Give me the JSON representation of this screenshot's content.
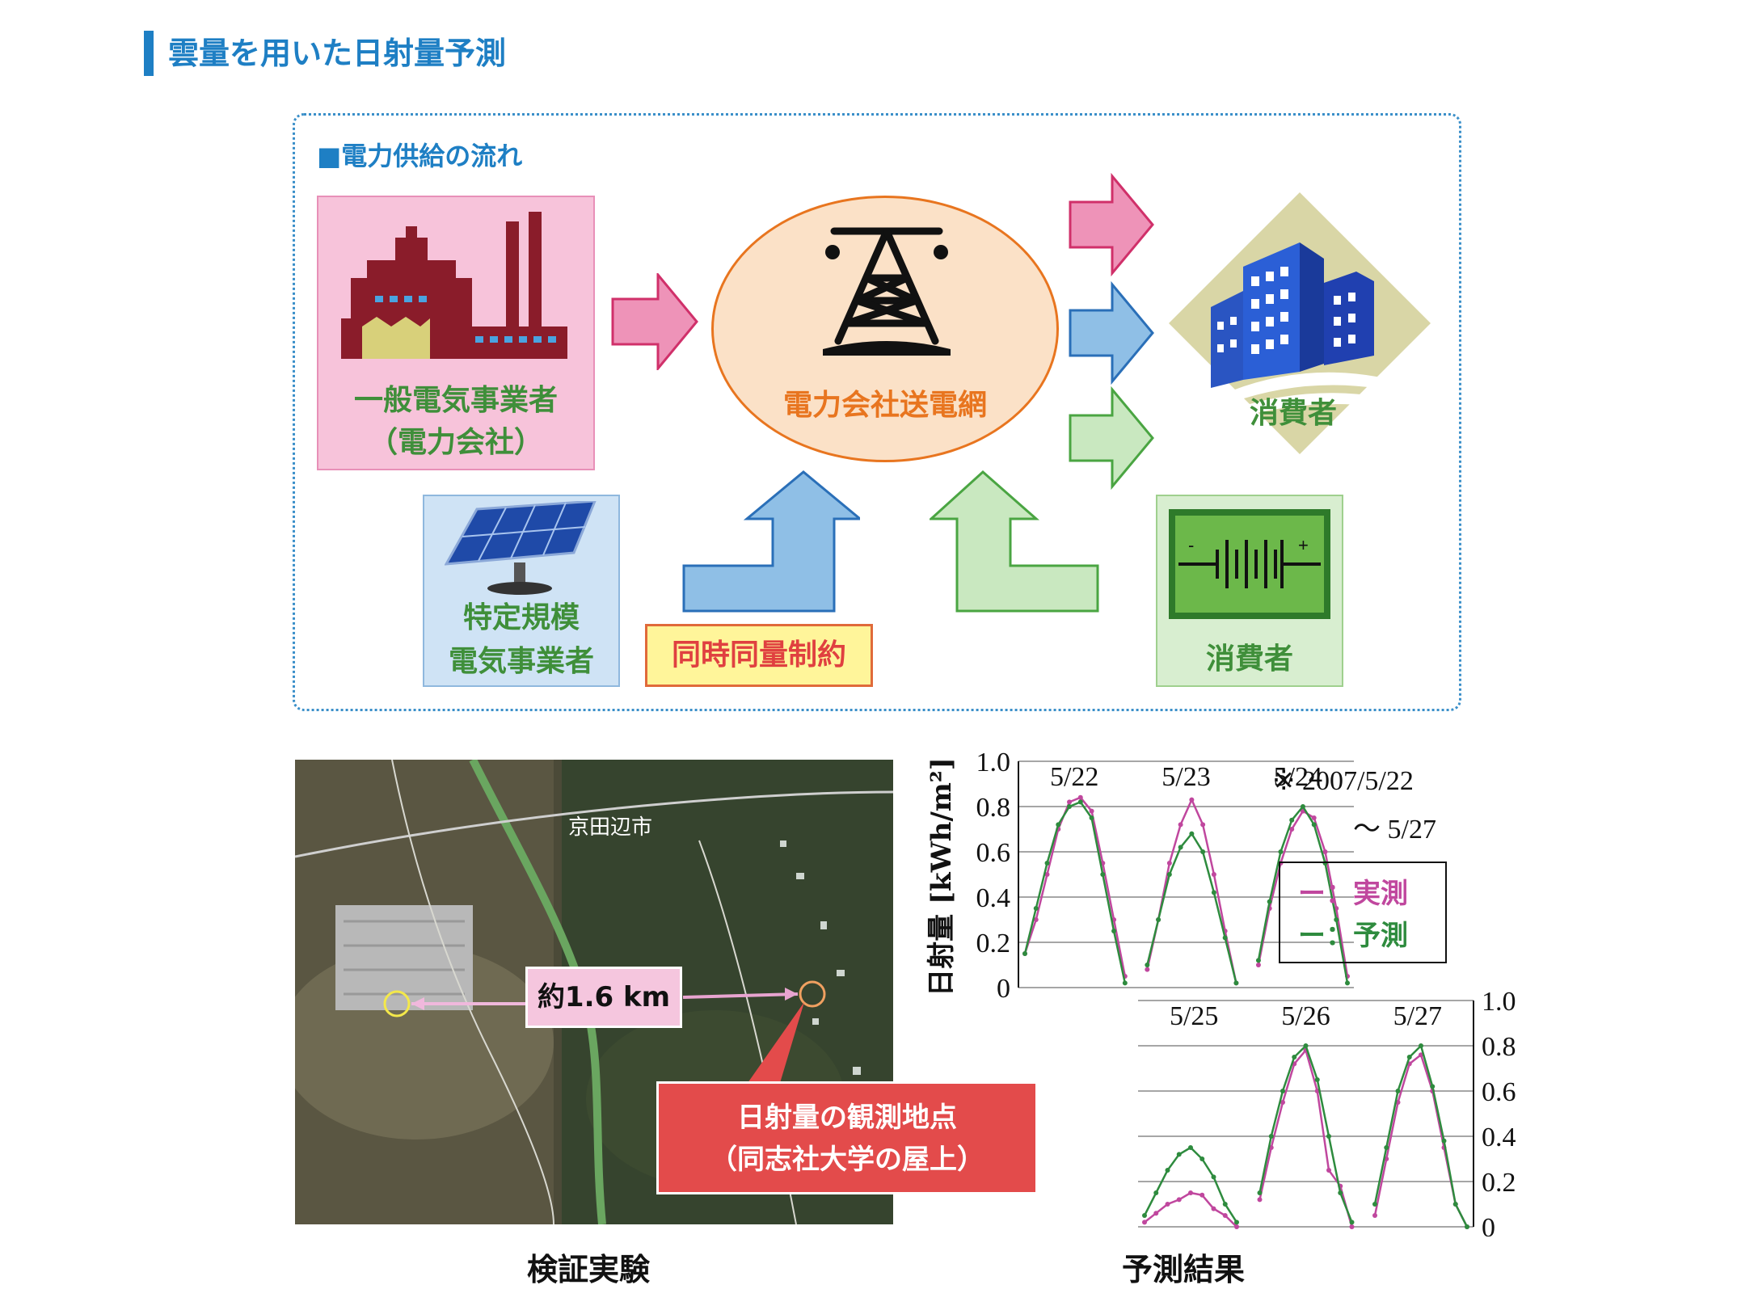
{
  "title": "雲量を用いた日射量予測",
  "flow": {
    "section_title": "■電力供給の流れ",
    "utility_line1": "一般電気事業者",
    "utility_line2": "（電力会社）",
    "grid_label": "電力会社送電網",
    "consumer_label": "消費者",
    "pps_line1": "特定規模",
    "pps_line2": "電気事業者",
    "constraint": "同時同量制約",
    "battery_label": "消費者",
    "battery_minus": "-",
    "battery_plus": "+"
  },
  "experiment": {
    "distance": "約1.6 km",
    "map_city_label": "京田辺市",
    "callout_line1": "日射量の観測地点",
    "callout_line2": "（同志社大学の屋上）",
    "caption": "検証実験"
  },
  "results": {
    "caption": "予測結果",
    "note_line1": "※ 2007/5/22",
    "note_line2": "～ 5/27",
    "legend": {
      "actual": "ー：実測",
      "predicted": "ー：予測",
      "actual_color": "#c0479e",
      "predicted_color": "#2e8b3e"
    }
  },
  "chart_data": [
    {
      "type": "line",
      "ylabel": "日射量 [kWh/m²]",
      "ylim": [
        0,
        1.0
      ],
      "yticks": [
        "1.0",
        "0.8",
        "0.6",
        "0.4",
        "0.2",
        "0"
      ],
      "day_labels": [
        "5/22",
        "5/23",
        "5/24"
      ],
      "series": [
        {
          "name": "実測",
          "color": "#c0479e",
          "values": [
            0.15,
            0.3,
            0.5,
            0.7,
            0.82,
            0.84,
            0.78,
            0.55,
            0.3,
            0.05,
            null,
            0.08,
            0.3,
            0.55,
            0.72,
            0.83,
            0.72,
            0.5,
            0.25,
            0.02,
            null,
            0.1,
            0.35,
            0.55,
            0.7,
            0.78,
            0.75,
            0.6,
            0.35,
            0.05
          ]
        },
        {
          "name": "予測",
          "color": "#2e8b3e",
          "values": [
            0.15,
            0.35,
            0.55,
            0.72,
            0.8,
            0.82,
            0.75,
            0.5,
            0.25,
            0.02,
            null,
            0.1,
            0.3,
            0.5,
            0.62,
            0.68,
            0.6,
            0.42,
            0.22,
            0.02,
            null,
            0.12,
            0.38,
            0.6,
            0.74,
            0.8,
            0.72,
            0.55,
            0.3,
            0.02
          ]
        }
      ]
    },
    {
      "type": "line",
      "ylim": [
        0,
        1.0
      ],
      "yticks": [
        "1.0",
        "0.8",
        "0.6",
        "0.4",
        "0.2",
        "0"
      ],
      "day_labels": [
        "5/25",
        "5/26",
        "5/27"
      ],
      "series": [
        {
          "name": "実測",
          "color": "#c0479e",
          "values": [
            0.02,
            0.06,
            0.1,
            0.12,
            0.15,
            0.14,
            0.08,
            0.05,
            0.0,
            null,
            0.12,
            0.35,
            0.55,
            0.72,
            0.78,
            0.6,
            0.25,
            0.18,
            0.0,
            null,
            0.05,
            0.3,
            0.55,
            0.72,
            0.76,
            0.6,
            0.35,
            0.1,
            0.0
          ]
        },
        {
          "name": "予測",
          "color": "#2e8b3e",
          "values": [
            0.05,
            0.15,
            0.25,
            0.32,
            0.35,
            0.3,
            0.22,
            0.1,
            0.02,
            null,
            0.15,
            0.4,
            0.6,
            0.75,
            0.8,
            0.65,
            0.4,
            0.15,
            0.02,
            null,
            0.1,
            0.35,
            0.6,
            0.75,
            0.8,
            0.62,
            0.38,
            0.1,
            0.0
          ]
        }
      ]
    }
  ]
}
